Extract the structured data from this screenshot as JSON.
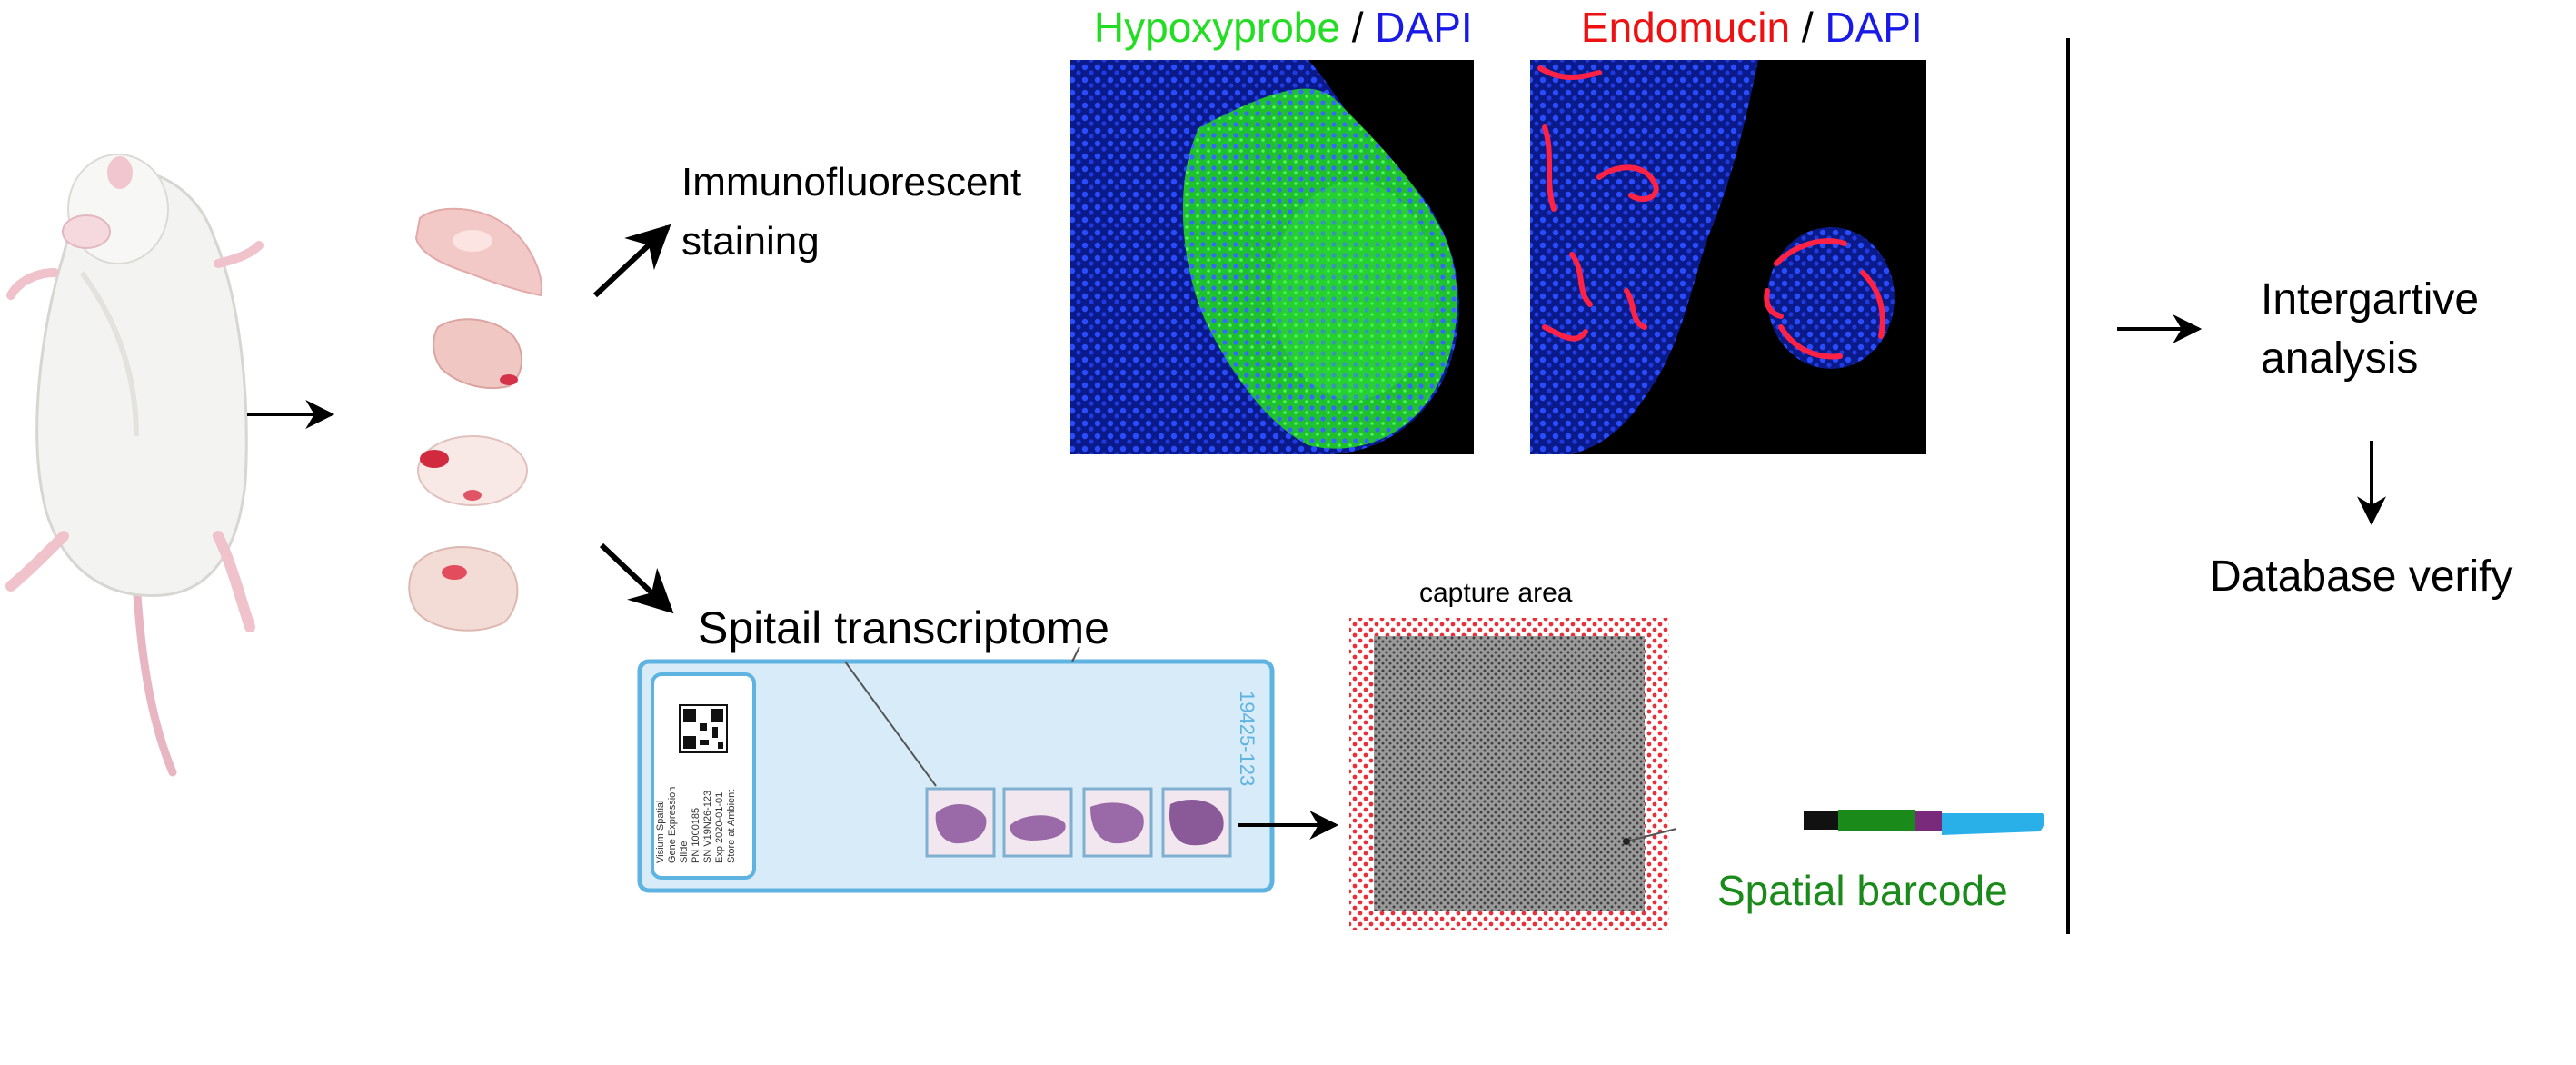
{
  "panel_titles": {
    "left": {
      "part1": "Hypoxyprobe",
      "sep1": " / ",
      "part2": "DAPI",
      "colors": {
        "part1": "#22dd22",
        "sep1": "#000000",
        "part2": "#1a1ae8"
      }
    },
    "right": {
      "part1": "Endomucin",
      "sep1": " / ",
      "part2": "DAPI",
      "colors": {
        "part1": "#ee1111",
        "sep1": "#000000",
        "part2": "#1a1ae8"
      }
    }
  },
  "labels": {
    "staining_line1": "Immunofluorescent",
    "staining_line2": "staining",
    "spatial": "Spitail transcriptome",
    "capture_area": "capture area",
    "barcode": "Spatial barcode",
    "analysis_line1": "Intergartive",
    "analysis_line2": "analysis",
    "database": "Database verify"
  },
  "slide": {
    "id_text": "19425-123",
    "label_lines": [
      "Visium Spatial",
      "Gene Expression",
      "Slide",
      "PN 1000185",
      "SN V19N26-123",
      "Exp 2020-01-01",
      "Store at Ambient"
    ]
  },
  "icons": {
    "mouse": "mouse-illustration",
    "tumors": "tumor-tissue-illustration",
    "qr": "qr-code-icon",
    "barcode_bar": "barcode-strand-icon"
  },
  "colors": {
    "green": "#22dd22",
    "blue": "#1a1ae8",
    "red": "#ee1111",
    "barcode_green": "#1a8a1a",
    "slide_border": "#5fb3e0",
    "slide_fill": "#d7ecf8",
    "capture_dots": "#e8303a"
  }
}
